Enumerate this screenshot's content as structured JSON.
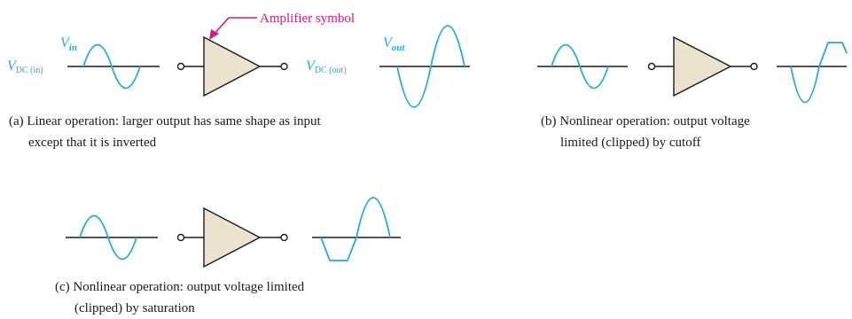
{
  "colors": {
    "wave": "#2aa8dc",
    "amp_fill": "#ece3cf",
    "outline": "#1a1a1a",
    "callout": "#e0147f"
  },
  "callout": {
    "text": "Amplifier symbol"
  },
  "labels": {
    "vin_main": "V",
    "vin_sub": "in",
    "vdc_in_main": "V",
    "vdc_in_sub": "DC (in)",
    "vout_main": "V",
    "vout_sub": "out",
    "vdc_out_main": "V",
    "vdc_out_sub": "DC (out)"
  },
  "panels": [
    {
      "id": "a",
      "caption_lines": [
        "(a) Linear operation: larger output has same shape as input",
        "except that it is inverted"
      ]
    },
    {
      "id": "b",
      "caption_lines": [
        "(b) Nonlinear operation: output voltage",
        "limited (clipped) by cutoff"
      ]
    },
    {
      "id": "c",
      "caption_lines": [
        "(c) Nonlinear operation: output voltage limited",
        "(clipped) by saturation"
      ]
    }
  ]
}
